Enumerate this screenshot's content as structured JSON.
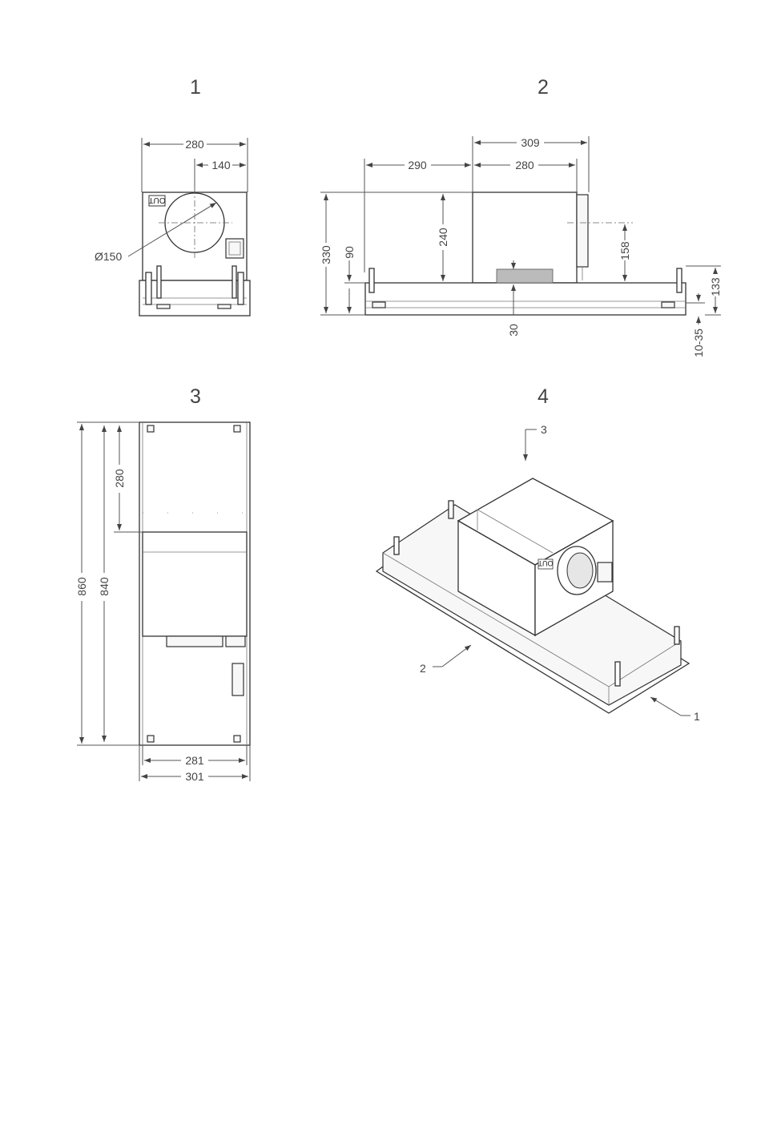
{
  "figures": {
    "fig1": {
      "label": "1",
      "dims": {
        "width": "280",
        "half_width": "140",
        "diameter": "Ø150"
      },
      "out_label": "OUT"
    },
    "fig2": {
      "label": "2",
      "dims": {
        "motor_depth": "309",
        "motor_inner": "280",
        "offset": "290",
        "total_height": "330",
        "frame_height": "90",
        "motor_height": "240",
        "duct_center": "158",
        "filter_gap": "30",
        "bracket_height": "133",
        "adjust_range": "10-35"
      }
    },
    "fig3": {
      "label": "3",
      "dims": {
        "total_length": "860",
        "inner_length": "840",
        "motor_length": "280",
        "inner_width": "281",
        "outer_width": "301"
      }
    },
    "fig4": {
      "label": "4",
      "out_label": "OUT",
      "callouts": [
        "1",
        "2",
        "3"
      ]
    }
  }
}
